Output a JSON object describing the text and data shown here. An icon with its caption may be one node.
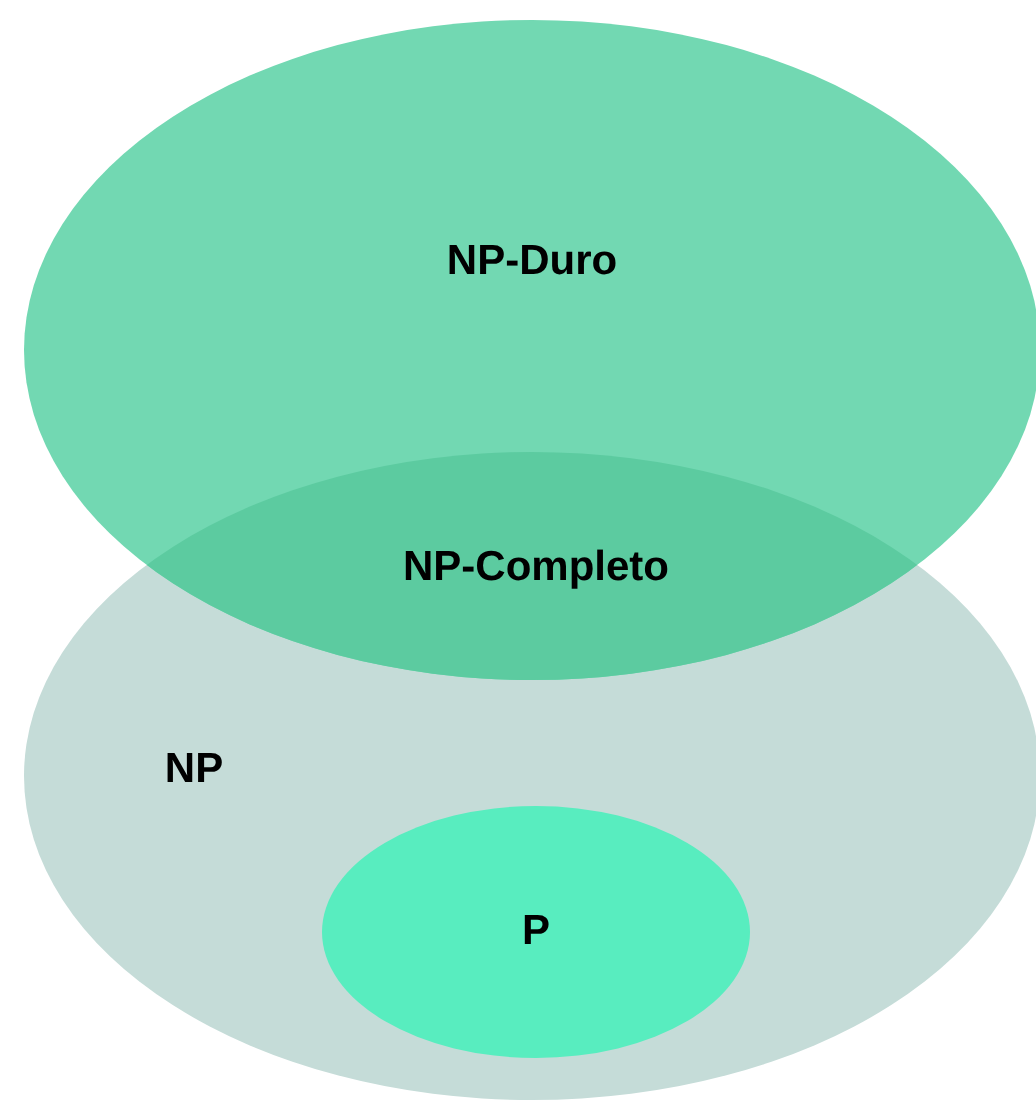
{
  "diagram": {
    "nodes": [
      {
        "text": [
          "NP-Duro"
        ]
      },
      {
        "text": [
          "NP"
        ]
      },
      {
        "text": [
          "P"
        ],
        "in": 1
      }
    ],
    "labels": [
      "NP-Completo"
    ]
  }
}
